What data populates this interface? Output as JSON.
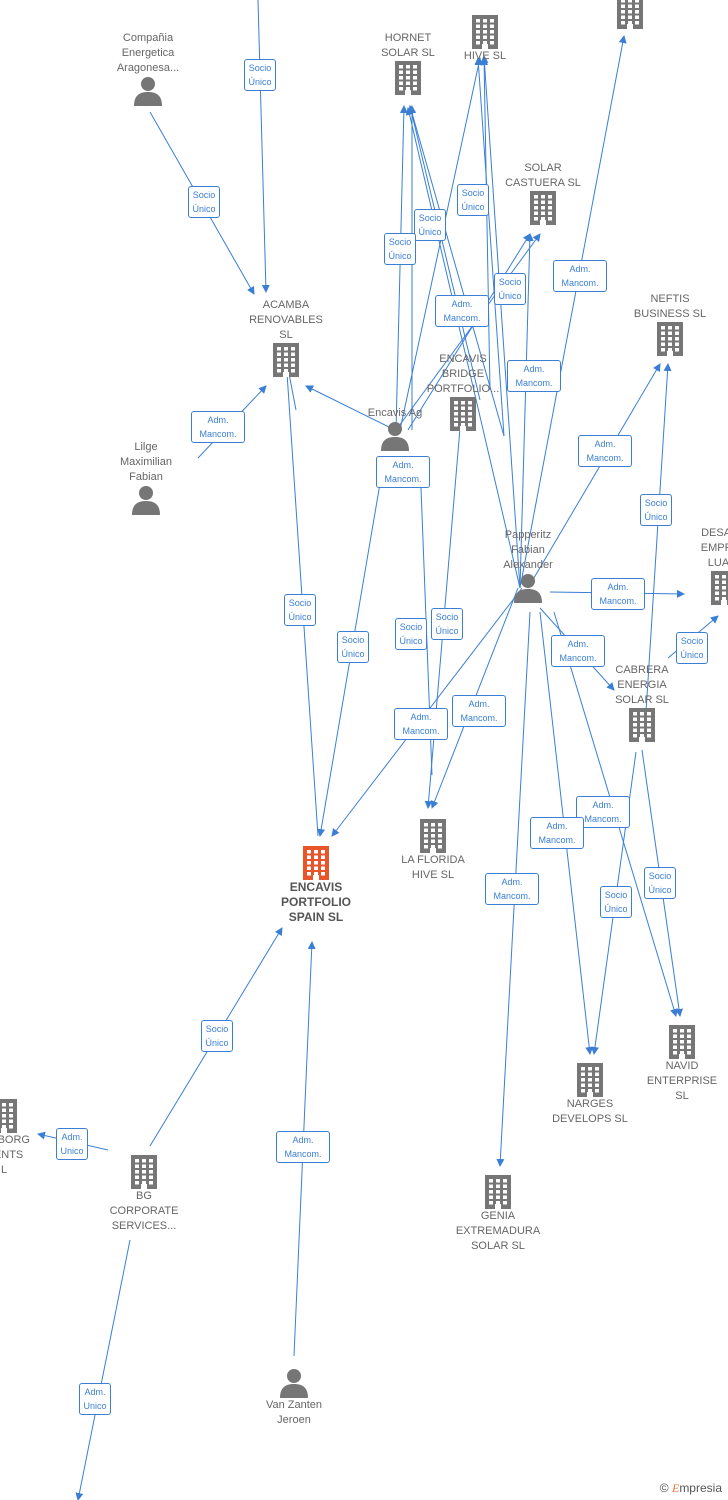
{
  "colors": {
    "edge": "#3a7fd5",
    "node": "#767676",
    "main": "#e8552b"
  },
  "nodes": [
    {
      "id": "hive",
      "label": "HIVE  SL",
      "type": "company"
    },
    {
      "id": "topright",
      "label": "",
      "type": "company"
    },
    {
      "id": "compania",
      "label": "Compañia\nEnergetica\nAragonesa...",
      "type": "person"
    },
    {
      "id": "hornet",
      "label": "HORNET\nSOLAR  SL",
      "type": "company"
    },
    {
      "id": "castuera",
      "label": "SOLAR\nCASTUERA  SL",
      "type": "company"
    },
    {
      "id": "acamba",
      "label": "ACAMBA\nRENOVABLES\nSL",
      "type": "company"
    },
    {
      "id": "neftis",
      "label": "NEFTIS\nBUSINESS  SL",
      "type": "company"
    },
    {
      "id": "bridge",
      "label": "ENCAVIS\nBRIDGE\nPORTFOLIO...",
      "type": "company"
    },
    {
      "id": "encavisag",
      "label": "Encavis Ag",
      "type": "person"
    },
    {
      "id": "lilge",
      "label": "Lilge\nMaximilian\nFabian",
      "type": "person"
    },
    {
      "id": "papperitz",
      "label": "Papperitz\nFabian\nAlexander",
      "type": "person"
    },
    {
      "id": "desarr",
      "label": "DESARR\nEMPRES\nLUANI",
      "type": "company"
    },
    {
      "id": "cabrera",
      "label": "CABRERA\nENERGIA\nSOLAR  SL",
      "type": "company"
    },
    {
      "id": "florida",
      "label": "LA FLORIDA\nHIVE  SL",
      "type": "company"
    },
    {
      "id": "portfolio",
      "label": "ENCAVIS\nPORTFOLIO\nSPAIN  SL",
      "type": "main"
    },
    {
      "id": "navid",
      "label": "NAVID\nENTERPRISE\nSL",
      "type": "company"
    },
    {
      "id": "narges",
      "label": "NARGES\nDEVELOPS  SL",
      "type": "company"
    },
    {
      "id": "genia",
      "label": "GENIA\nEXTREMADURA\nSOLAR SL",
      "type": "company"
    },
    {
      "id": "bg",
      "label": "BG\nCORPORATE\nSERVICES...",
      "type": "company"
    },
    {
      "id": "ingborg",
      "label": "INGBORG\nMENTS\nL",
      "type": "company"
    },
    {
      "id": "vanzanten",
      "label": "Van Zanten\nJeroen",
      "type": "person"
    }
  ],
  "relations": [
    {
      "text": "Socio\nÚnico"
    },
    {
      "text": "Socio\nÚnico"
    },
    {
      "text": "Socio\nÚnico"
    },
    {
      "text": "Socio\nÚnico"
    },
    {
      "text": "Socio\nÚnico"
    },
    {
      "text": "Adm.\nMancom."
    },
    {
      "text": "Socio\nÚnico"
    },
    {
      "text": "Adm.\nMancom."
    },
    {
      "text": "Adm.\nMancom."
    },
    {
      "text": "Adm.\nMancom."
    },
    {
      "text": "Adm.\nMancom."
    },
    {
      "text": "Adm.\nMancom."
    },
    {
      "text": "Socio\nÚnico"
    },
    {
      "text": "Adm.\nMancom."
    },
    {
      "text": "Socio\nÚnico"
    },
    {
      "text": "Socio\nÚnico"
    },
    {
      "text": "Socio\nÚnico"
    },
    {
      "text": "Socio\nÚnico"
    },
    {
      "text": "Socio\nÚnico"
    },
    {
      "text": "Adm.\nMancom."
    },
    {
      "text": "Adm.\nMancom."
    },
    {
      "text": "Adm.\nMancom."
    },
    {
      "text": "Adm.\nMancom."
    },
    {
      "text": "Adm.\nMancom."
    },
    {
      "text": "Adm.\nMancom."
    },
    {
      "text": "Socio\nÚnico"
    },
    {
      "text": "Socio\nÚnico"
    },
    {
      "text": "Socio\nÚnico"
    },
    {
      "text": "Adm.\nUnico"
    },
    {
      "text": "Adm.\nMancom."
    },
    {
      "text": "Adm.\nUnico"
    }
  ],
  "brand": {
    "copyright": "©",
    "name": "mpresia",
    "initial": "E"
  }
}
